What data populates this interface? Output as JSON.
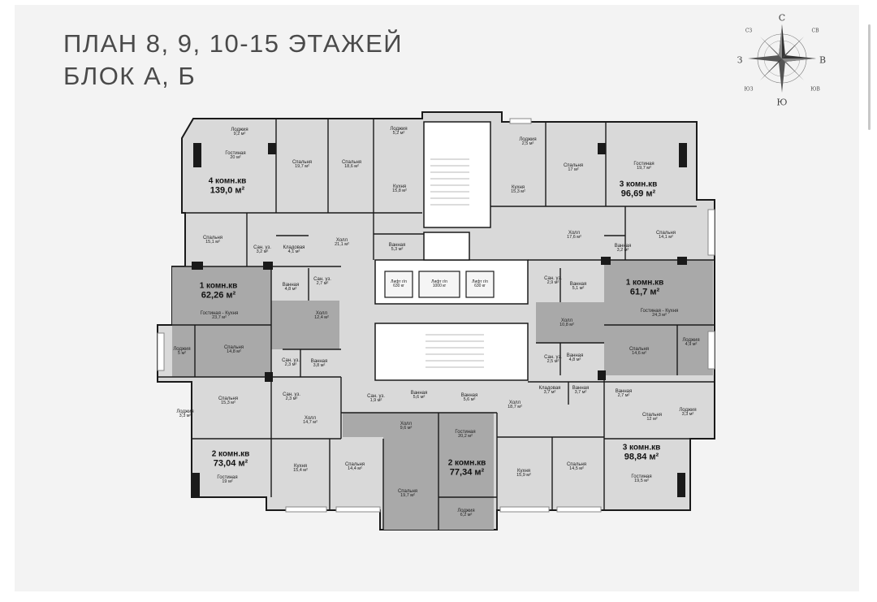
{
  "title": {
    "line1": "ПЛАН 8, 9, 10-15 ЭТАЖЕЙ",
    "line2": "БЛОК А, Б"
  },
  "compass": {
    "n": "С",
    "s": "Ю",
    "w": "З",
    "e": "В",
    "nw": "СЗ",
    "ne": "СВ",
    "sw": "ЮЗ",
    "se": "ЮВ"
  },
  "colors": {
    "plan_light": "#d7d7d7",
    "plan_dark": "#a9a9a9",
    "wall": "#1a1a1a",
    "core": "#ffffff"
  },
  "apartments": [
    {
      "name": "4 комн.кв",
      "area": "139,0 м²"
    },
    {
      "name": "3 комн.кв",
      "area": "96,69 м²"
    },
    {
      "name": "1 комн.кв",
      "area": "62,26 м²"
    },
    {
      "name": "1 комн.кв",
      "area": "61,7 м²"
    },
    {
      "name": "2 комн.кв",
      "area": "73,04 м²"
    },
    {
      "name": "2 комн.кв",
      "area": "77,34 м²"
    },
    {
      "name": "3 комн.кв",
      "area": "98,84 м²"
    }
  ],
  "lifts": [
    {
      "name": "Лифт г/п",
      "load": "630 кг"
    },
    {
      "name": "Лифт г/п",
      "load": "1000 кг"
    },
    {
      "name": "Лифт г/п",
      "load": "630 кг"
    }
  ],
  "rooms": [
    {
      "name": "Лоджия",
      "area": "9,2 м²"
    },
    {
      "name": "Гостиная",
      "area": "20 м²"
    },
    {
      "name": "Спальня",
      "area": "19,7 м²"
    },
    {
      "name": "Спальня",
      "area": "18,6 м²"
    },
    {
      "name": "Лоджия",
      "area": "5,2 м²"
    },
    {
      "name": "Кухня",
      "area": "15,8 м²"
    },
    {
      "name": "Спальня",
      "area": "15,1 м²"
    },
    {
      "name": "Сан. уз.",
      "area": "3,2 м²"
    },
    {
      "name": "Кладовая",
      "area": "4,1 м²"
    },
    {
      "name": "Холл",
      "area": "21,1 м²"
    },
    {
      "name": "Ванная",
      "area": "5,3 м²"
    },
    {
      "name": "Ванная",
      "area": "4,8 м²"
    },
    {
      "name": "Сан. уз.",
      "area": "2,7 м²"
    },
    {
      "name": "Гостиная - Кухня",
      "area": "23,7 м²"
    },
    {
      "name": "Холл",
      "area": "12,4 м²"
    },
    {
      "name": "Лоджия",
      "area": "5 м²"
    },
    {
      "name": "Спальня",
      "area": "14,8 м²"
    },
    {
      "name": "Сан. уз.",
      "area": "2,3 м²"
    },
    {
      "name": "Ванная",
      "area": "3,8 м²"
    },
    {
      "name": "Лоджия",
      "area": "3,3 м²"
    },
    {
      "name": "Спальня",
      "area": "15,3 м²"
    },
    {
      "name": "Сан. уз.",
      "area": "2,3 м²"
    },
    {
      "name": "Холл",
      "area": "14,7 м²"
    },
    {
      "name": "Гостиная",
      "area": "19 м²"
    },
    {
      "name": "Кухня",
      "area": "15,4 м²"
    },
    {
      "name": "Спальня",
      "area": "14,4 м²"
    },
    {
      "name": "Спальня",
      "area": "19,7 м²"
    },
    {
      "name": "Сан. уз.",
      "area": "1,9 м²"
    },
    {
      "name": "Ванная",
      "area": "5,6 м²"
    },
    {
      "name": "Холл",
      "area": "9,6 м²"
    },
    {
      "name": "Гостиная",
      "area": "20,2 м²"
    },
    {
      "name": "Лоджия",
      "area": "6,2 м²"
    },
    {
      "name": "Ванная",
      "area": "5,6 м²"
    },
    {
      "name": "Холл",
      "area": "18,7 м²"
    },
    {
      "name": "Кухня",
      "area": "15,9 м²"
    },
    {
      "name": "Спальня",
      "area": "14,5 м²"
    },
    {
      "name": "Кладовая",
      "area": "3,7 м²"
    },
    {
      "name": "Ванная",
      "area": "3,7 м²"
    },
    {
      "name": "Ванная",
      "area": "2,7 м²"
    },
    {
      "name": "Спальня",
      "area": "12 м²"
    },
    {
      "name": "Лоджия",
      "area": "3,3 м²"
    },
    {
      "name": "Гостиная",
      "area": "19,5 м²"
    },
    {
      "name": "Лоджия",
      "area": "2,5 м²"
    },
    {
      "name": "Кухня",
      "area": "15,3 м²"
    },
    {
      "name": "Спальня",
      "area": "17 м²"
    },
    {
      "name": "Гостиная",
      "area": "19,7 м²"
    },
    {
      "name": "Холл",
      "area": "17,6 м²"
    },
    {
      "name": "Спальня",
      "area": "14,1 м²"
    },
    {
      "name": "Ванная",
      "area": "3,2 м²"
    },
    {
      "name": "Сан. уз.",
      "area": "2,9 м²"
    },
    {
      "name": "Ванная",
      "area": "5,1 м²"
    },
    {
      "name": "Гостиная - Кухня",
      "area": "24,3 м²"
    },
    {
      "name": "Холл",
      "area": "10,8 м²"
    },
    {
      "name": "Спальня",
      "area": "14,6 м²"
    },
    {
      "name": "Лоджия",
      "area": "4,9 м²"
    },
    {
      "name": "Сан. уз.",
      "area": "2,5 м²"
    },
    {
      "name": "Ванная",
      "area": "4,8 м²"
    }
  ]
}
